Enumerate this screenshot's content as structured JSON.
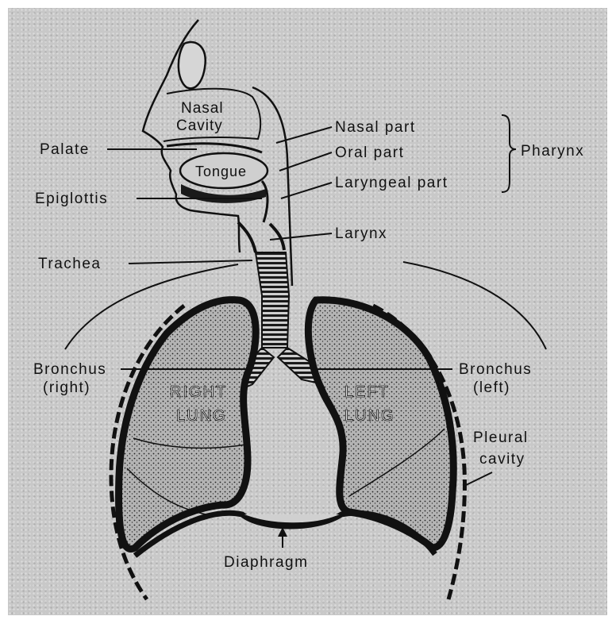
{
  "diagram": {
    "labels": {
      "nasal_cavity_line1": "Nasal",
      "nasal_cavity_line2": "Cavity",
      "tongue": "Tongue",
      "nasal_part": "Nasal part",
      "oral_part": "Oral part",
      "laryngeal_part": "Laryngeal part",
      "pharynx": "Pharynx",
      "palate": "Palate",
      "epiglottis": "Epiglottis",
      "larynx": "Larynx",
      "trachea": "Trachea",
      "bronchus_right_line1": "Bronchus",
      "bronchus_right_line2": "(right)",
      "bronchus_left_line1": "Bronchus",
      "bronchus_left_line2": "(left)",
      "right_lung_line1": "RIGHT",
      "right_lung_line2": "LUNG",
      "left_lung_line1": "LEFT",
      "left_lung_line2": "LUNG",
      "pleural_cavity_line1": "Pleural",
      "pleural_cavity_line2": "cavity",
      "diaphragm": "Diaphragm"
    },
    "colors": {
      "background": "#c8c8c8",
      "ink": "#111111",
      "lung_fill": "#9a9a9a"
    }
  }
}
